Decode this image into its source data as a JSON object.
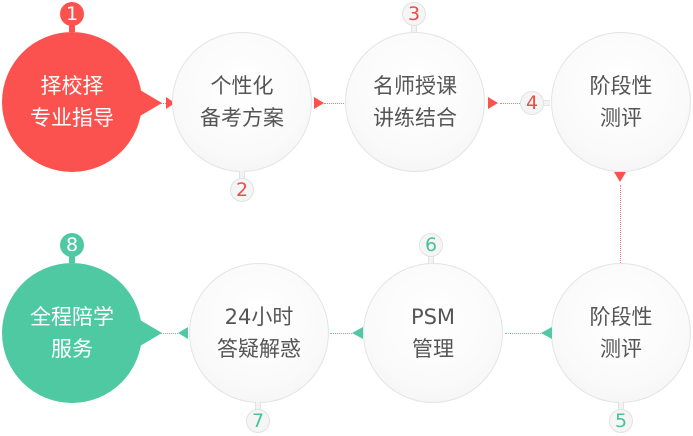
{
  "steps": [
    {
      "number": "1",
      "line1": "择校择",
      "line2": "专业指导",
      "style": "red"
    },
    {
      "number": "2",
      "line1": "个性化",
      "line2": "备考方案",
      "style": "light"
    },
    {
      "number": "3",
      "line1": "名师授课",
      "line2": "讲练结合",
      "style": "light"
    },
    {
      "number": "4",
      "line1": "阶段性",
      "line2": "测评",
      "style": "light"
    },
    {
      "number": "5",
      "line1": "阶段性",
      "line2": "测评",
      "style": "light"
    },
    {
      "number": "6",
      "line1": "PSM",
      "line2": "管理",
      "style": "light"
    },
    {
      "number": "7",
      "line1": "24小时",
      "line2": "答疑解惑",
      "style": "light"
    },
    {
      "number": "8",
      "line1": "全程陪学",
      "line2": "服务",
      "style": "green"
    }
  ],
  "colors": {
    "red": "#fb524f",
    "green": "#4fc9a2",
    "text_gray": "#555555",
    "circle_border": "#e4e4e4"
  },
  "icons": {
    "arrow_right": "triangle-right",
    "arrow_left": "triangle-left",
    "arrow_down": "triangle-down"
  }
}
